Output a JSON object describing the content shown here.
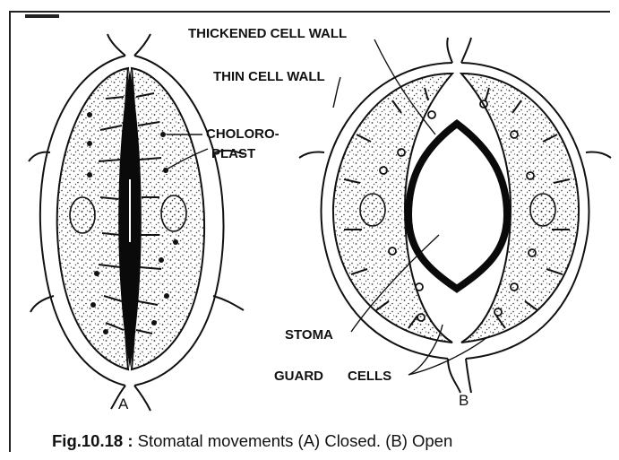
{
  "labels": {
    "thickened_cell_wall": "THICKENED CELL WALL",
    "thin_cell_wall": "THIN CELL WALL",
    "chloroplast_line1": "CHOLORO-",
    "chloroplast_line2": "PLAST",
    "stoma": "STOMA",
    "guard": "GUARD",
    "cells": "CELLS",
    "panel_a": "A",
    "panel_b": "B"
  },
  "caption": {
    "figure": "Fig.10.18 :",
    "text": " Stomatal movements (A) Closed. (B) Open"
  }
}
